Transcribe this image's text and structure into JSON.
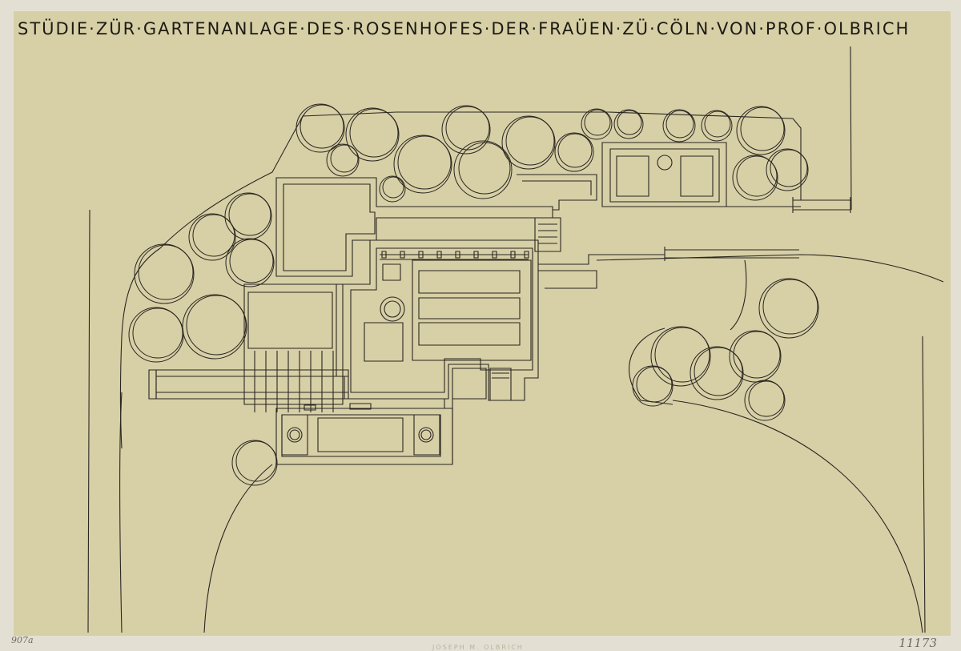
{
  "drawing": {
    "title": "STÜDIE·ZÜR·GARTENANLAGE·DES·ROSENHOFES·DER·FRAÜEN·ZÜ·CÖLN·VON·PROF·OLBRICH",
    "sheet_number_left": "907a",
    "inventory_number_right": "11173",
    "stamp_text": "JOSEPH M. OLBRICH"
  },
  "colors": {
    "paper": "#d7cfa6",
    "margin": "#e3e0d3",
    "ink": "#2a2620"
  }
}
